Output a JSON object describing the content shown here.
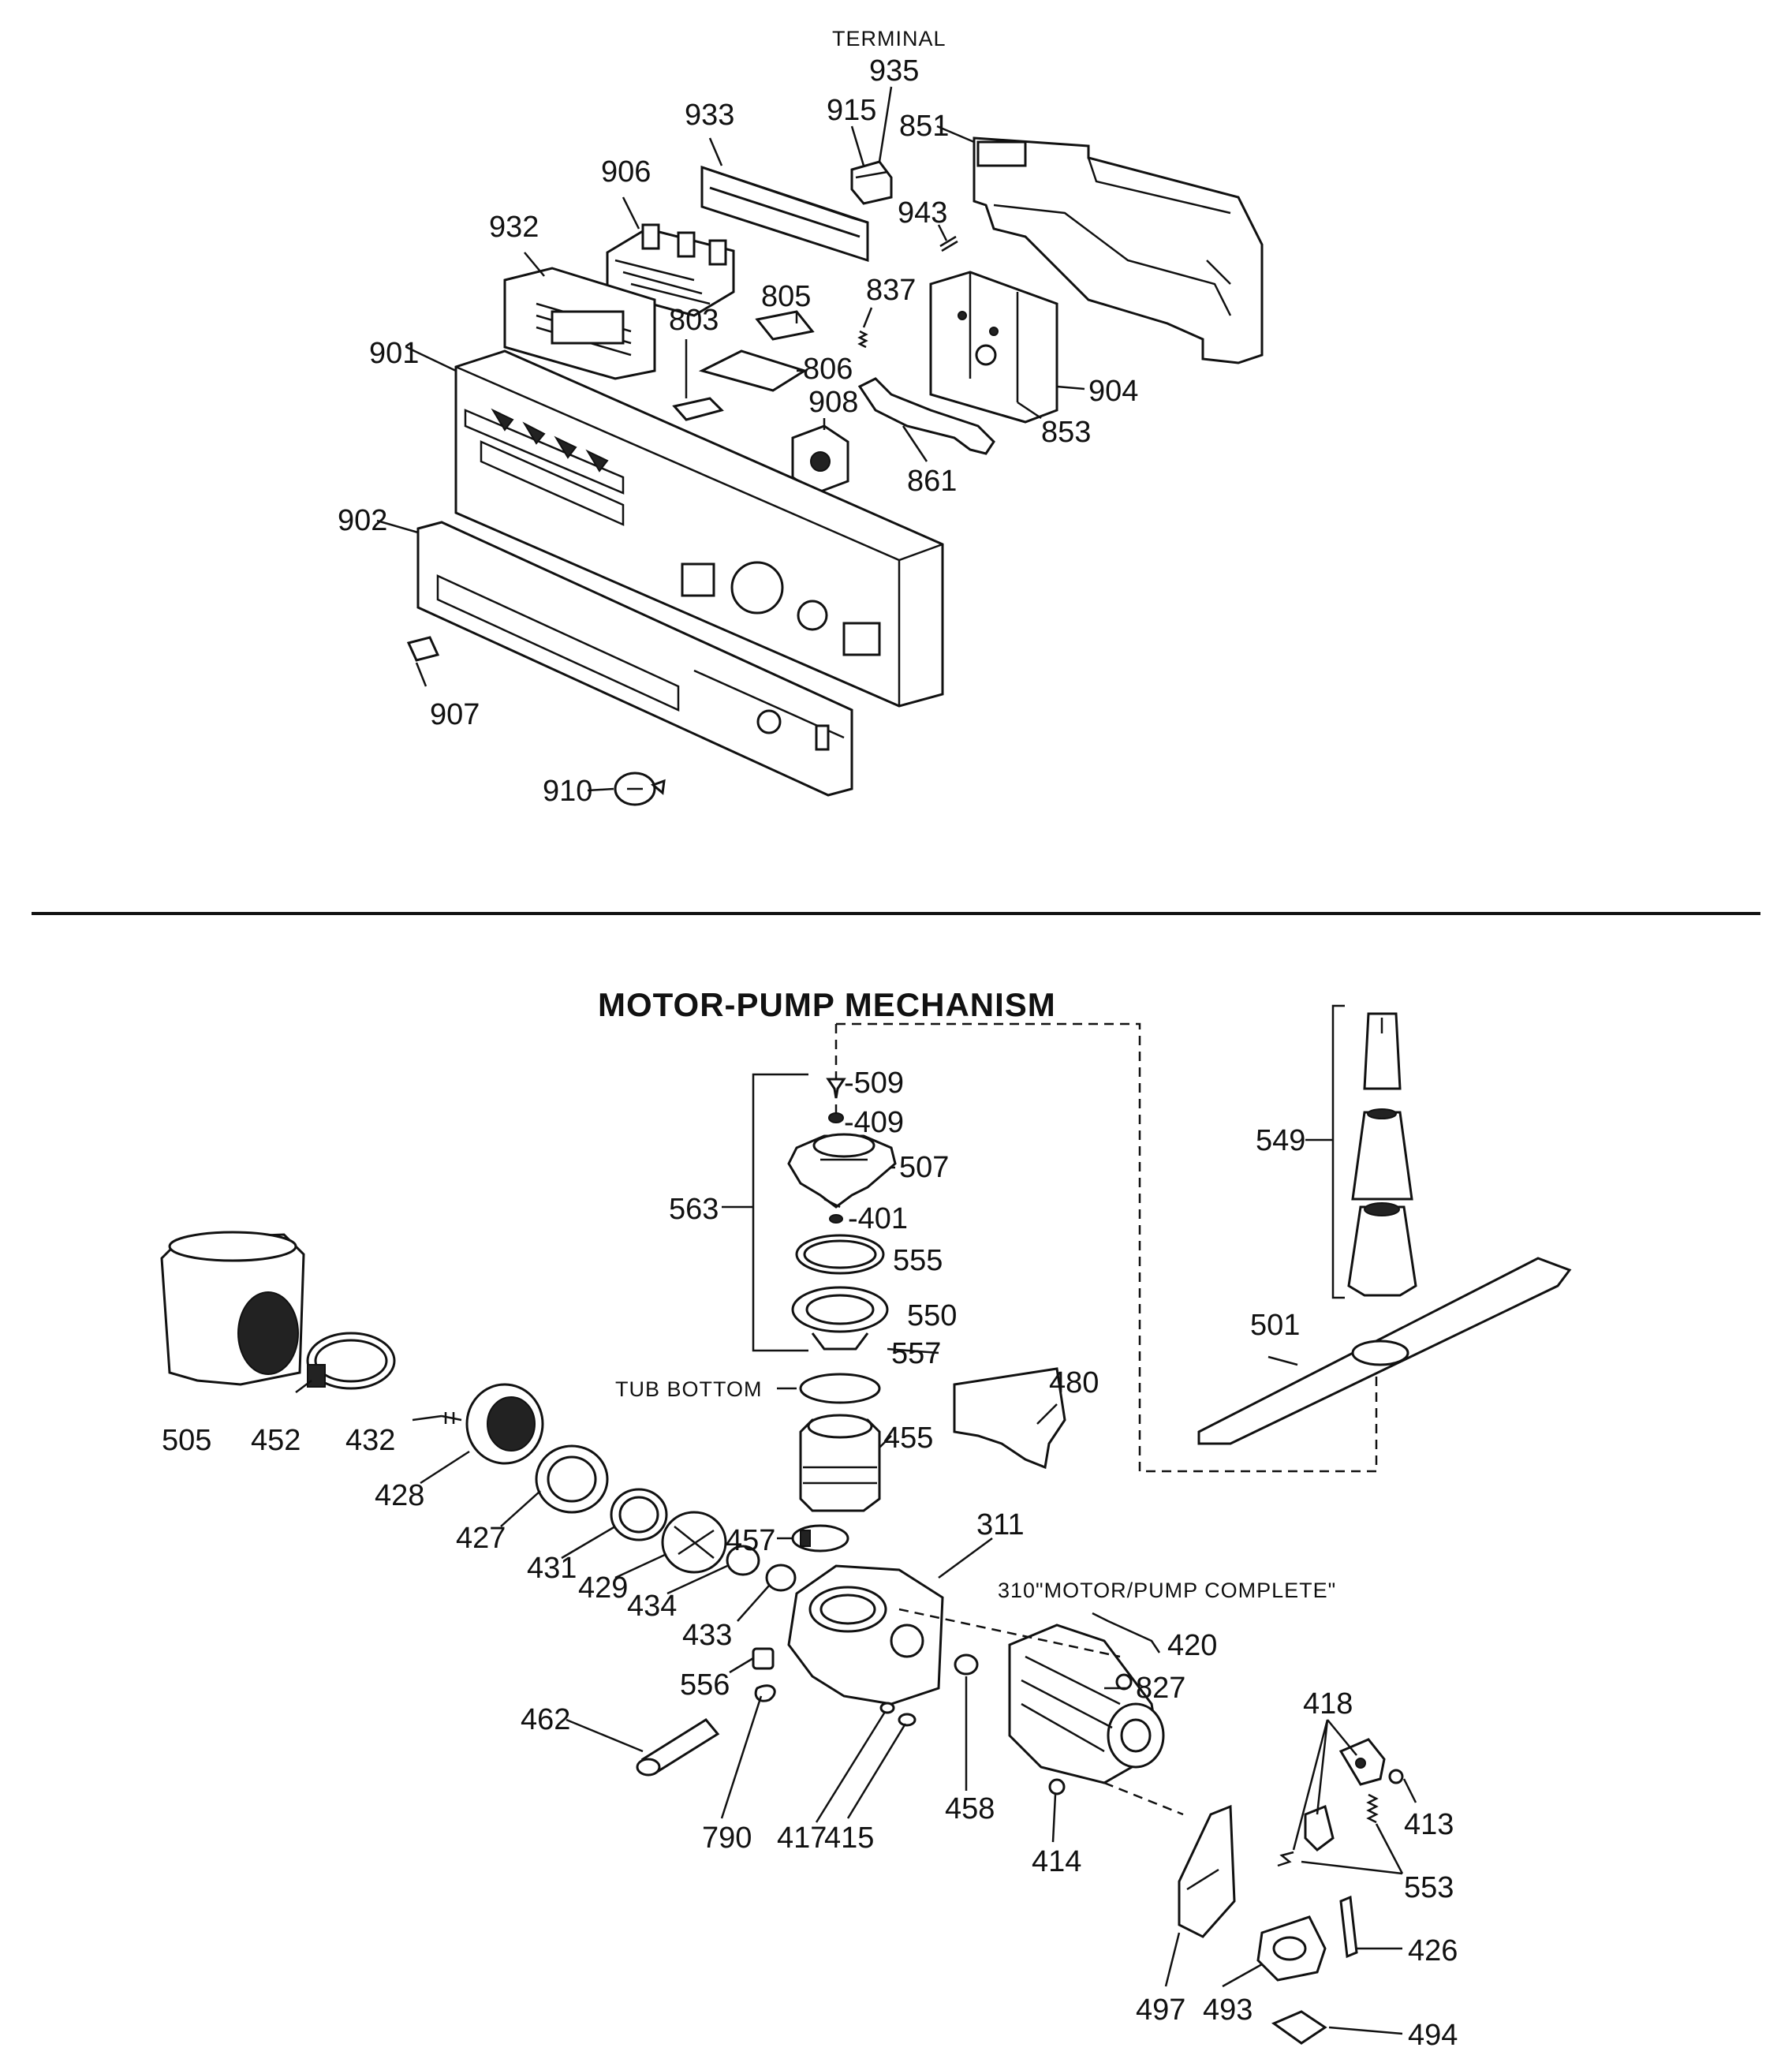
{
  "diagram": {
    "upper": {
      "caption_terminal": "TERMINAL",
      "labels": {
        "p935": "935",
        "p915": "915",
        "p933": "933",
        "p851": "851",
        "p906": "906",
        "p943": "943",
        "p932": "932",
        "p805": "805",
        "p837": "837",
        "p803": "803",
        "p806": "806",
        "p901": "901",
        "p908": "908",
        "p904": "904",
        "p853": "853",
        "p861": "861",
        "p902": "902",
        "p907": "907",
        "p910": "910"
      }
    },
    "lower": {
      "title": "MOTOR-PUMP MECHANISM",
      "caption_tub_bottom": "TUB BOTTOM",
      "caption_motor_pump": "310\"MOTOR/PUMP COMPLETE\"",
      "labels": {
        "p509": "-509",
        "p409": "-409",
        "p507": "507",
        "p563": "563",
        "p401": "-401",
        "p555": "555",
        "p550": "550",
        "p557": "557",
        "p549": "549",
        "p501": "501",
        "p505": "505",
        "p452": "452",
        "p432": "432",
        "p428": "428",
        "p480": "480",
        "p455": "455",
        "p427": "427",
        "p457": "457",
        "p311": "311",
        "p431": "431",
        "p429": "429",
        "p434": "434",
        "p433": "433",
        "p420": "420",
        "p827": "827",
        "p556": "556",
        "p418": "418",
        "p462": "462",
        "p413": "413",
        "p790": "790",
        "p417": "417",
        "p415": "415",
        "p458": "458",
        "p414": "414",
        "p553": "553",
        "p426": "426",
        "p497": "497",
        "p493": "493",
        "p494": "494"
      }
    }
  }
}
